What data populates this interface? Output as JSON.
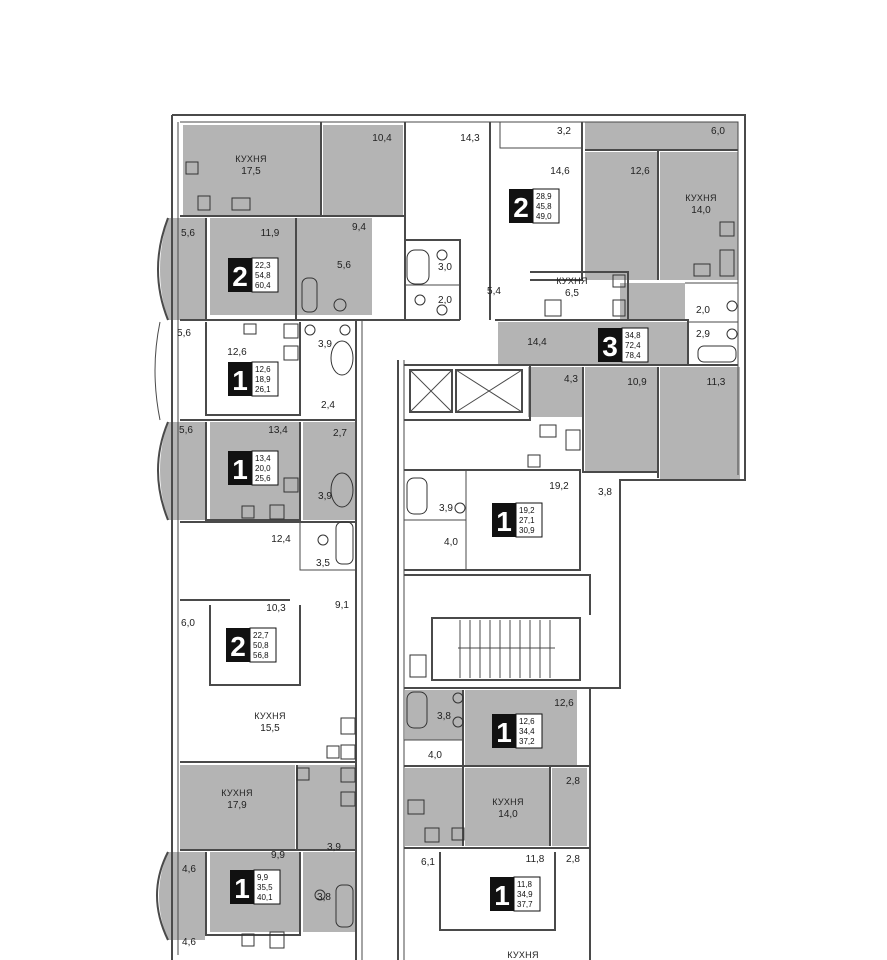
{
  "colors": {
    "room_fill": "#b4b4b4",
    "wall": "#4a4a4a",
    "badge": "#111111"
  },
  "icons": [
    "stove-icon",
    "sink-icon",
    "bathtub-icon",
    "toilet-icon",
    "washbasin-icon",
    "vent-icon",
    "elevator-icon",
    "stairs-icon"
  ],
  "kitchen_word": "КУХНЯ",
  "rooms": [
    {
      "id": "r01",
      "label": "10,4"
    },
    {
      "id": "r02",
      "label": "14,3"
    },
    {
      "id": "r03",
      "label": "3,2"
    },
    {
      "id": "r04",
      "label": "6,0"
    },
    {
      "id": "r05",
      "label": "14,6"
    },
    {
      "id": "r06",
      "label": "12,6"
    },
    {
      "id": "r07",
      "label": "5,6"
    },
    {
      "id": "r08",
      "label": "11,9"
    },
    {
      "id": "r09",
      "label": "9,4"
    },
    {
      "id": "r10",
      "label": "5,6"
    },
    {
      "id": "r11",
      "label": "3,0"
    },
    {
      "id": "r12",
      "label": "2,0"
    },
    {
      "id": "r13",
      "label": "5,4"
    },
    {
      "id": "r14",
      "label": "2,0"
    },
    {
      "id": "r15",
      "label": "5,6"
    },
    {
      "id": "r16",
      "label": "12,6"
    },
    {
      "id": "r17",
      "label": "3,9"
    },
    {
      "id": "r18",
      "label": "2,9"
    },
    {
      "id": "r19",
      "label": "14,4"
    },
    {
      "id": "r20",
      "label": "4,3"
    },
    {
      "id": "r21",
      "label": "10,9"
    },
    {
      "id": "r22",
      "label": "11,3"
    },
    {
      "id": "r23",
      "label": "2,4"
    },
    {
      "id": "r24",
      "label": "5,6"
    },
    {
      "id": "r25",
      "label": "13,4"
    },
    {
      "id": "r26",
      "label": "2,7"
    },
    {
      "id": "r27",
      "label": "3,9"
    },
    {
      "id": "r28",
      "label": "19,2"
    },
    {
      "id": "r29",
      "label": "3,8"
    },
    {
      "id": "r30",
      "label": "3,9"
    },
    {
      "id": "r31",
      "label": "4,0"
    },
    {
      "id": "r32",
      "label": "12,4"
    },
    {
      "id": "r33",
      "label": "3,5"
    },
    {
      "id": "r34",
      "label": "9,1"
    },
    {
      "id": "r35",
      "label": "10,3"
    },
    {
      "id": "r36",
      "label": "6,0"
    },
    {
      "id": "r37",
      "label": "12,6"
    },
    {
      "id": "r38",
      "label": "3,8"
    },
    {
      "id": "r39",
      "label": "4,0"
    },
    {
      "id": "r40",
      "label": "2,8"
    },
    {
      "id": "r41",
      "label": "9,9"
    },
    {
      "id": "r42",
      "label": "3,9"
    },
    {
      "id": "r43",
      "label": "4,6"
    },
    {
      "id": "r44",
      "label": "3,8"
    },
    {
      "id": "r45",
      "label": "6,1"
    },
    {
      "id": "r46",
      "label": "11,8"
    },
    {
      "id": "r47",
      "label": "2,8"
    },
    {
      "id": "r48",
      "label": "4,6"
    }
  ],
  "kitchens": [
    {
      "id": "k1",
      "area": "17,5"
    },
    {
      "id": "k2",
      "area": "14,0"
    },
    {
      "id": "k3",
      "area": "6,5"
    },
    {
      "id": "k4",
      "area": "15,5"
    },
    {
      "id": "k5",
      "area": "17,9"
    },
    {
      "id": "k6",
      "area": "14,0"
    },
    {
      "id": "k7",
      "area": ""
    }
  ],
  "apartments": [
    {
      "id": "a1",
      "rooms": "2",
      "areas": [
        "28,9",
        "45,8",
        "49,0"
      ]
    },
    {
      "id": "a2",
      "rooms": "2",
      "areas": [
        "22,3",
        "54,8",
        "60,4"
      ]
    },
    {
      "id": "a3",
      "rooms": "3",
      "areas": [
        "34,8",
        "72,4",
        "78,4"
      ]
    },
    {
      "id": "a4",
      "rooms": "1",
      "areas": [
        "12,6",
        "18,9",
        "26,1"
      ]
    },
    {
      "id": "a5",
      "rooms": "1",
      "areas": [
        "13,4",
        "20,0",
        "25,6"
      ]
    },
    {
      "id": "a6",
      "rooms": "1",
      "areas": [
        "19,2",
        "27,1",
        "30,9"
      ]
    },
    {
      "id": "a7",
      "rooms": "2",
      "areas": [
        "22,7",
        "50,8",
        "56,8"
      ]
    },
    {
      "id": "a8",
      "rooms": "1",
      "areas": [
        "12,6",
        "34,4",
        "37,2"
      ]
    },
    {
      "id": "a9",
      "rooms": "1",
      "areas": [
        "9,9",
        "35,5",
        "40,1"
      ]
    },
    {
      "id": "a10",
      "rooms": "1",
      "areas": [
        "11,8",
        "34,9",
        "37,7"
      ]
    }
  ]
}
